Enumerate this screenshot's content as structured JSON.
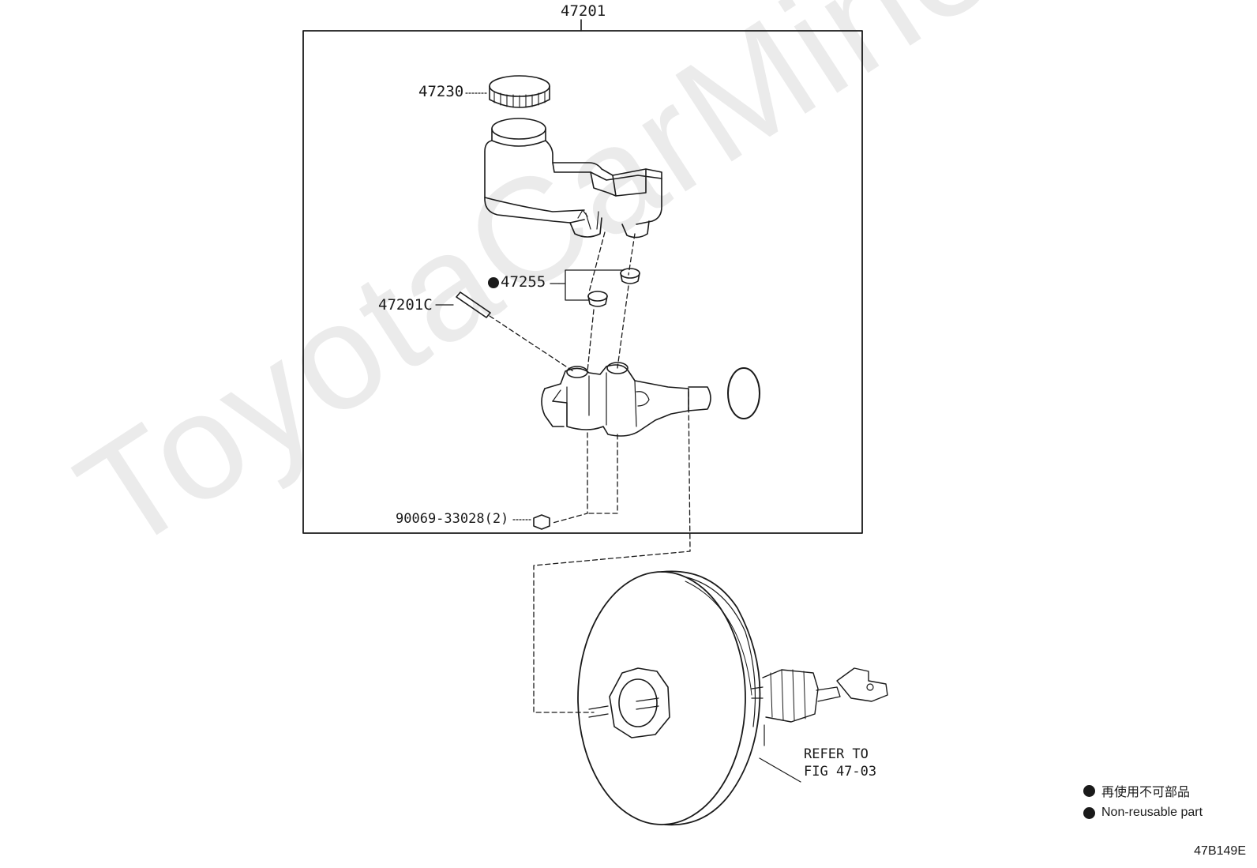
{
  "watermark": "ToyotaCarMine.ru",
  "assembly_number": "47201",
  "parts": [
    {
      "number": "47230"
    },
    {
      "number": "47255"
    },
    {
      "number": "47201C"
    },
    {
      "number": "90069-33028(2)"
    }
  ],
  "refer_note": {
    "line1": "REFER TO",
    "line2": "FIG 47-03"
  },
  "legend": [
    {
      "text": "再使用不可部品"
    },
    {
      "text": "Non-reusable part"
    }
  ],
  "figure_code": "47B149E",
  "colors": {
    "line": "#1a1a1a",
    "watermark": "#ebebeb",
    "background": "#ffffff"
  }
}
